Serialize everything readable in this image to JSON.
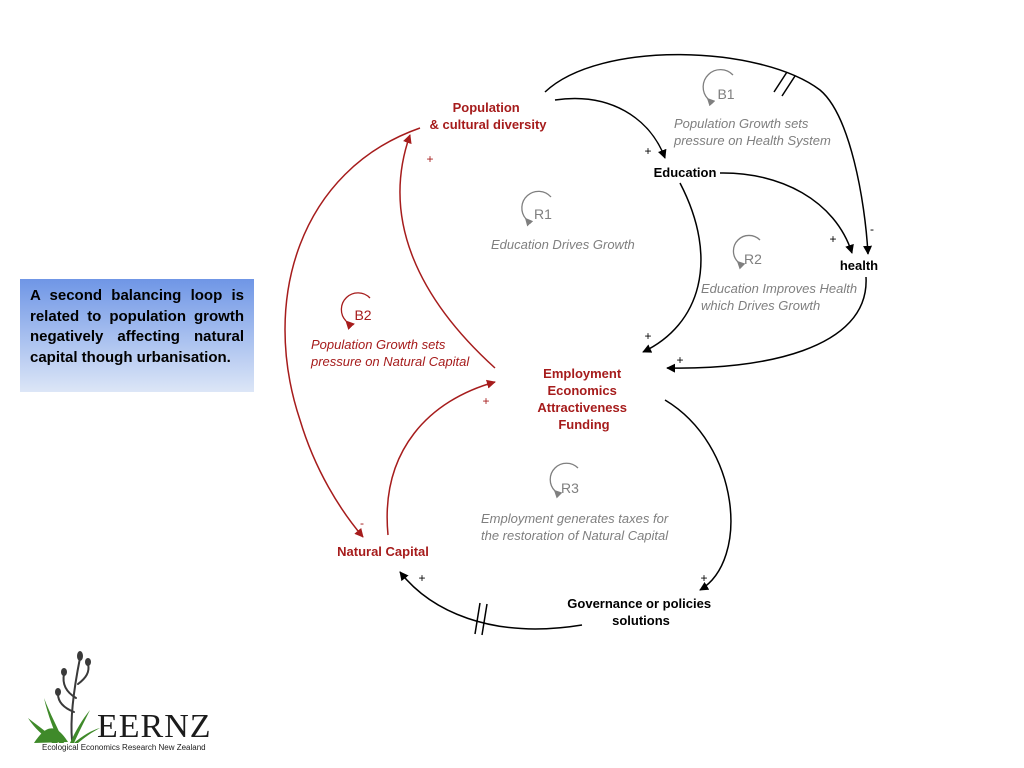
{
  "colors": {
    "red": "#a61c1c",
    "black": "#000000",
    "gray": "#7f7f7f",
    "note_top": "#6f96e6",
    "note_bottom": "#dce6f7"
  },
  "nodes": {
    "population": [
      "Population",
      "& cultural diversity"
    ],
    "education": "Education",
    "health": "health",
    "employment": [
      "Employment",
      "Economics",
      "Attractiveness",
      "Funding"
    ],
    "natural_capital": "Natural Capital",
    "governance": [
      "Governance or policies",
      "solutions"
    ]
  },
  "loops": {
    "b1": {
      "id": "B1",
      "desc": [
        "Population Growth sets",
        "pressure on Health System"
      ]
    },
    "r1": {
      "id": "R1",
      "desc": [
        "Education Drives Growth"
      ]
    },
    "r2": {
      "id": "R2",
      "desc": [
        "Education  Improves Health",
        "which Drives Growth"
      ]
    },
    "b2": {
      "id": "B2",
      "desc": [
        "Population Growth sets",
        "pressure on Natural Capital"
      ]
    },
    "r3": {
      "id": "R3",
      "desc": [
        "Employment generates taxes for",
        "the restoration of Natural Capital"
      ]
    }
  },
  "signs": {
    "pop_to_edu": "+",
    "edu_to_health": "+",
    "pop_to_health": "-",
    "edu_to_emp": "+",
    "health_to_emp": "+",
    "emp_to_pop": "+",
    "pop_to_nc": "-",
    "nc_to_emp": "+",
    "emp_to_gov": "+",
    "gov_to_nc": "+"
  },
  "note": "A second balancing loop is related to population growth negatively affecting natural capital though urbanisation.",
  "logo": {
    "name": "EERNZ",
    "subtitle": "Ecological Economics Research New Zealand"
  }
}
